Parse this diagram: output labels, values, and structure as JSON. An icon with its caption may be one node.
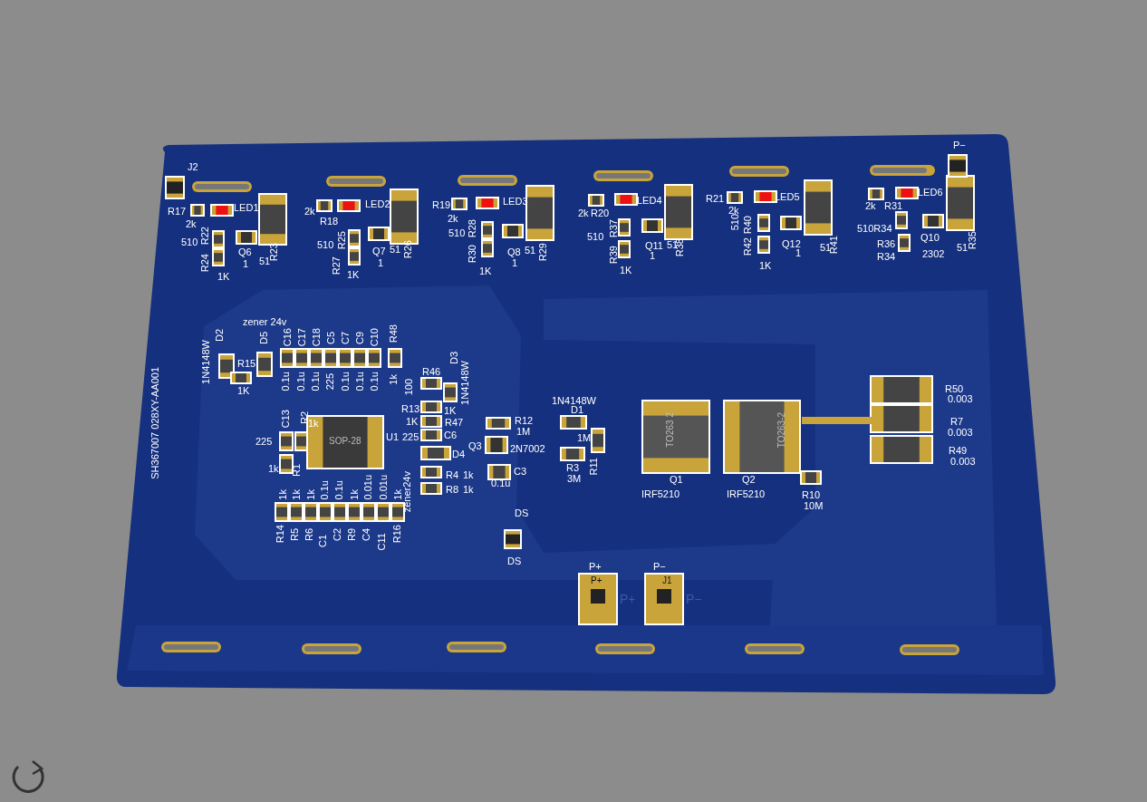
{
  "diagram": {
    "labels": [
      "J2",
      "R17",
      "LED1",
      "2k",
      "510",
      "R22",
      "R24",
      "Q6",
      "1",
      "1K",
      "51",
      "R23",
      "2k",
      "R18",
      "LED2",
      "510",
      "R25",
      "R27",
      "Q7",
      "1",
      "1K",
      "51",
      "R26",
      "R19",
      "LED3",
      "2k",
      "510",
      "R28",
      "R30",
      "Q8",
      "1",
      "1K",
      "51",
      "R29",
      "2k",
      "R20",
      "LED4",
      "510",
      "R37",
      "R39",
      "Q11",
      "1",
      "1K",
      "51",
      "R38",
      "R21",
      "LED5",
      "2k",
      "510",
      "R40",
      "R42",
      "Q12",
      "1",
      "1K",
      "51",
      "R41",
      "P−",
      "2k",
      "R31",
      "LED6",
      "510R34",
      "R36",
      "Q10",
      "R34",
      "2302",
      "51",
      "R35",
      "SH367007 028XY-AA001",
      "zener 24v",
      "1N4148W",
      "D2",
      "D5",
      "R15",
      "1K",
      "C16",
      "C17",
      "C18",
      "C5",
      "C7",
      "C9",
      "C10",
      "R48",
      "0.1u",
      "0.1u",
      "0.1u",
      "225",
      "0.1u",
      "0.1u",
      "0.1u",
      "1k",
      "100",
      "R46",
      "D3",
      "1N4148W",
      "R13",
      "1K",
      "1K",
      "R47",
      "C13",
      "R2",
      "1k",
      "225",
      "SOP-28",
      "U1",
      "225",
      "C6",
      "1k",
      "R1",
      "zener24v",
      "D4",
      "R4",
      "1k",
      "R8",
      "1k",
      "1k",
      "1k",
      "1k",
      "0.1u",
      "0.1u",
      "1k",
      "0.01u",
      "0.01u",
      "1k",
      "R14",
      "R5",
      "R6",
      "C1",
      "C2",
      "R9",
      "C4",
      "C11",
      "R16",
      "R12",
      "1M",
      "Q3",
      "2N7002",
      "C3",
      "0.1u",
      "DS",
      "DS",
      "1N4148W",
      "D1",
      "1M",
      "R3",
      "3M",
      "R11",
      "TO263 2",
      "TO263-2",
      "Q1",
      "IRF5210",
      "Q2",
      "IRF5210",
      "R10",
      "10M",
      "R50",
      "0.003",
      "R7",
      "0.003",
      "R49",
      "0.003",
      "P+",
      "P+",
      "P−",
      "J1",
      "P+",
      "P−"
    ]
  }
}
